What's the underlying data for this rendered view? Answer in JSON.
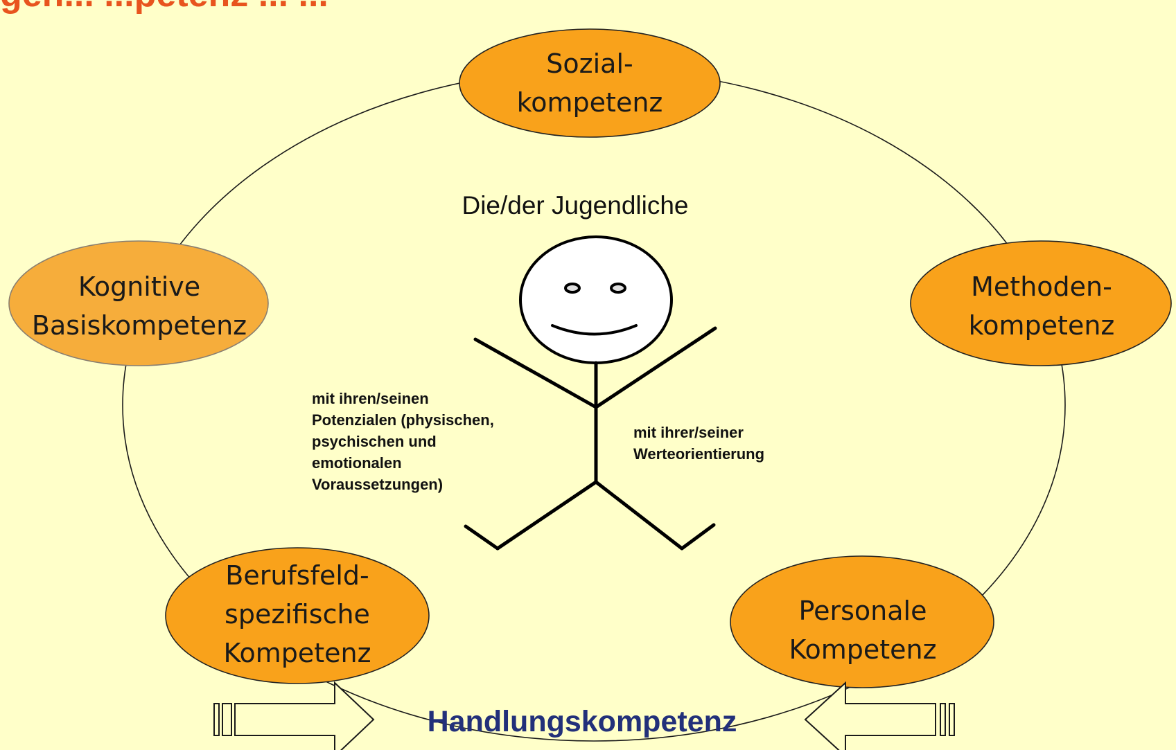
{
  "title": "gen... ...petenz ... ...",
  "center": {
    "label": "Die/der Jugendliche",
    "note_left": [
      "mit ihren/seinen",
      "Potenzialen (physischen,",
      "psychischen und",
      "emotionalen",
      "Voraussetzungen)"
    ],
    "note_right": [
      "mit ihrer/seiner",
      "Werteorientierung"
    ]
  },
  "competences": {
    "sozial": [
      "Sozial-",
      "kompetenz"
    ],
    "kognitiv": [
      "Kognitive",
      "Basiskompetenz"
    ],
    "methoden": [
      "Methoden-",
      "kompetenz"
    ],
    "berufsfeld": [
      "Berufsfeld-",
      "spezifische",
      "Kompetenz"
    ],
    "personal": [
      "Personale",
      "Kompetenz"
    ]
  },
  "bottom_label": "Handlungskompetenz",
  "colors": {
    "background": "#ffffc9",
    "node_fill": "#f9a21b",
    "node_fill_light": "#f6ad3b",
    "title": "#e8541e",
    "bottom_label": "#22307a"
  },
  "icons": {
    "figure": "stick-figure-icon",
    "arrow_left": "arrow-right-icon",
    "arrow_right": "arrow-left-icon"
  }
}
